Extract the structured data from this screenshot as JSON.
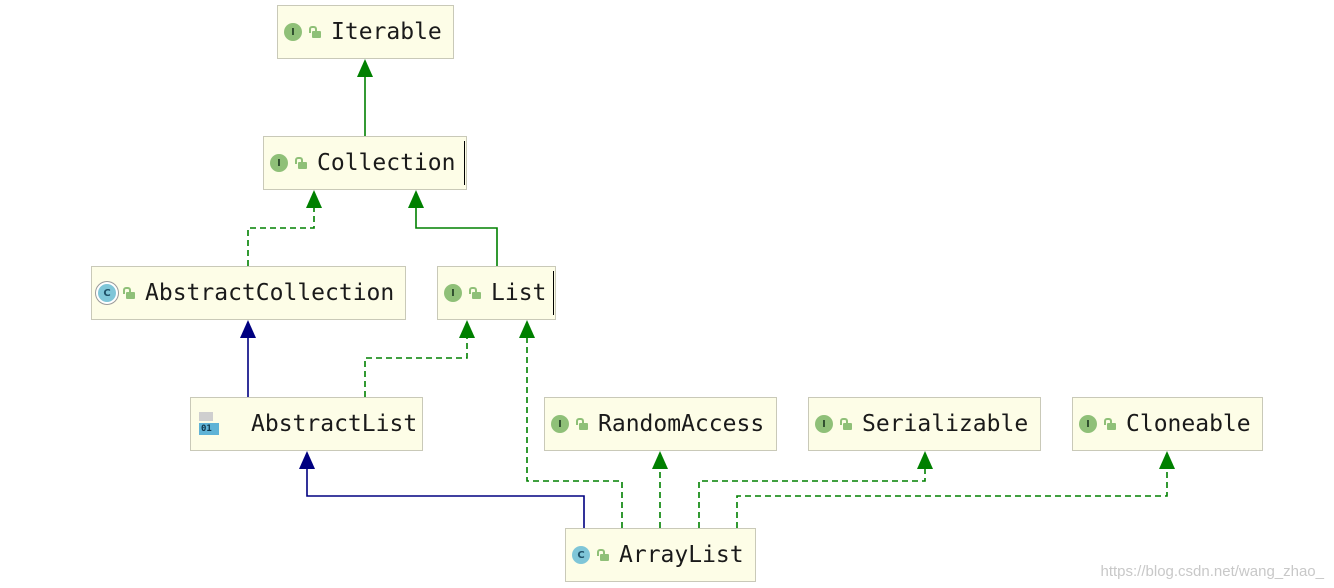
{
  "diagram": {
    "nodes": [
      {
        "id": "iterable",
        "name": "Iterable",
        "kind": "interface",
        "badge": "I"
      },
      {
        "id": "collection",
        "name": "Collection",
        "kind": "interface",
        "badge": "I"
      },
      {
        "id": "abstract_collection",
        "name": "AbstractCollection",
        "kind": "abstract-class",
        "badge": "C"
      },
      {
        "id": "list",
        "name": "List",
        "kind": "interface",
        "badge": "I"
      },
      {
        "id": "abstract_list",
        "name": "AbstractList",
        "kind": "abstract-class",
        "badge": "01"
      },
      {
        "id": "random_access",
        "name": "RandomAccess",
        "kind": "interface",
        "badge": "I"
      },
      {
        "id": "serializable",
        "name": "Serializable",
        "kind": "interface",
        "badge": "I"
      },
      {
        "id": "cloneable",
        "name": "Cloneable",
        "kind": "interface",
        "badge": "I"
      },
      {
        "id": "array_list",
        "name": "ArrayList",
        "kind": "class",
        "badge": "C"
      }
    ],
    "edges": [
      {
        "from": "collection",
        "to": "iterable",
        "type": "extends-interface"
      },
      {
        "from": "abstract_collection",
        "to": "collection",
        "type": "implements"
      },
      {
        "from": "list",
        "to": "collection",
        "type": "extends-interface"
      },
      {
        "from": "abstract_list",
        "to": "abstract_collection",
        "type": "extends-class"
      },
      {
        "from": "abstract_list",
        "to": "list",
        "type": "implements"
      },
      {
        "from": "array_list",
        "to": "abstract_list",
        "type": "extends-class"
      },
      {
        "from": "array_list",
        "to": "list",
        "type": "implements"
      },
      {
        "from": "array_list",
        "to": "random_access",
        "type": "implements"
      },
      {
        "from": "array_list",
        "to": "serializable",
        "type": "implements"
      },
      {
        "from": "array_list",
        "to": "cloneable",
        "type": "implements"
      }
    ],
    "colors": {
      "interface_edge": "#008000",
      "class_edge": "#000080",
      "node_fill": "#fdfde7",
      "node_border": "#c9c9b8",
      "interface_badge": "#8fc078",
      "class_badge": "#7fc6d8"
    }
  },
  "watermark": "https://blog.csdn.net/wang_zhao_"
}
